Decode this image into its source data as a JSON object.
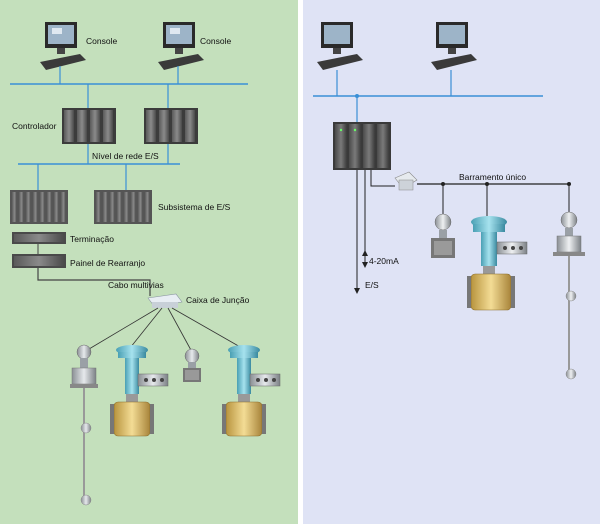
{
  "left": {
    "console_1": "Console",
    "console_2": "Console",
    "controller": "Controlador",
    "io_network": "Nível de rede E/S",
    "io_subsystem": "Subsistema de E/S",
    "termination": "Terminação",
    "marshalling": "Painel de Rearranjo",
    "multicable": "Cabo multivias",
    "junction_box": "Caixa de Junção"
  },
  "right": {
    "single_bus": "Barramento único",
    "signal_4_20": "4-20mA",
    "io": "E/S"
  },
  "colors": {
    "left_bg": "#c4e0bc",
    "right_bg": "#dfe3f5",
    "network_blue": "#3a8fd6",
    "valve_teal": "#7cc6d6",
    "valve_gold": "#e8c675"
  }
}
